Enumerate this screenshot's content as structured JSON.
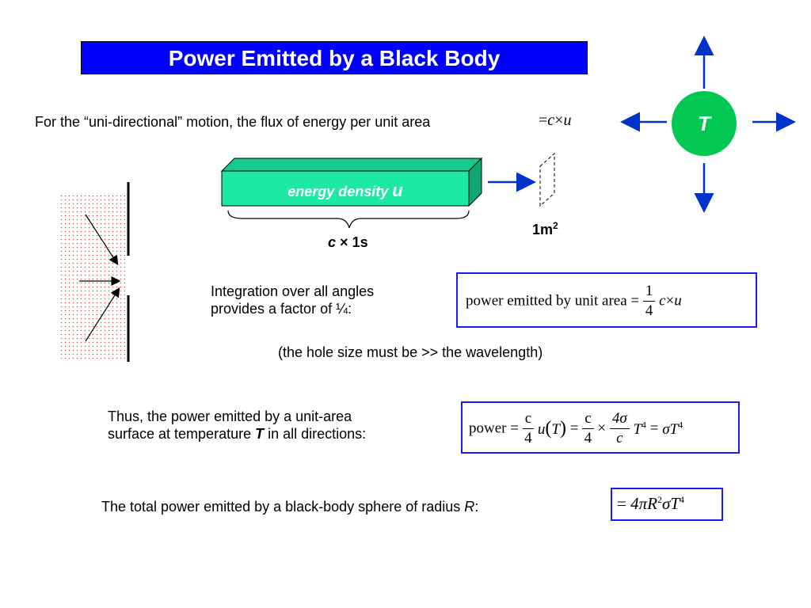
{
  "title": "Power Emitted by a Black Body",
  "flux_text": "For the “uni-directional” motion, the flux of energy per unit area",
  "flux_eq": {
    "equals": "=",
    "c": "c",
    "times": "×",
    "u": "u"
  },
  "sun_label": "T",
  "energy_box_label": "energy density",
  "energy_box_var": "u",
  "length_label": {
    "c": "c",
    "times": "×",
    "value": "1s"
  },
  "area_label": {
    "base": "1m",
    "exp": "2"
  },
  "integration_text": [
    "Integration  over  all  angles",
    "provides a factor of ¼:"
  ],
  "eq1": {
    "lhs": "power emitted  by unit  area",
    "equals": "=",
    "num": "1",
    "den": "4",
    "c": "c",
    "times": "×",
    "u": "u"
  },
  "hole_note": "(the hole size must be >> the wavelength)",
  "thus_text": {
    "line1": "Thus, the power emitted by a unit-area",
    "line2_pre": "surface at temperature ",
    "line2_T": "T",
    "line2_post": " in all directions:"
  },
  "eq2": {
    "lhs": "power",
    "eq": "=",
    "f1_num": "c",
    "f1_den": "4",
    "u": "u",
    "T": "T",
    "f2_num": "c",
    "f2_den": "4",
    "times": "×",
    "f3_num": "4σ",
    "f3_den": "c",
    "T4": "T",
    "exp": "4",
    "sigma": "σ"
  },
  "total_text": {
    "pre": "The total power emitted by a black-body sphere of radius ",
    "R": "R",
    "post": ":"
  },
  "eq3": {
    "eq": "=",
    "coef": "4π",
    "R": "R",
    "exp2": "2",
    "sigma": "σ",
    "T": "T",
    "exp4": "4"
  },
  "colors": {
    "title_bg": "#0000ff",
    "arrow": "#0033cc",
    "box_front": "#1de9a6",
    "box_top": "#16c98c",
    "sun": "#00c853",
    "eq_border": "#1a1aff"
  }
}
